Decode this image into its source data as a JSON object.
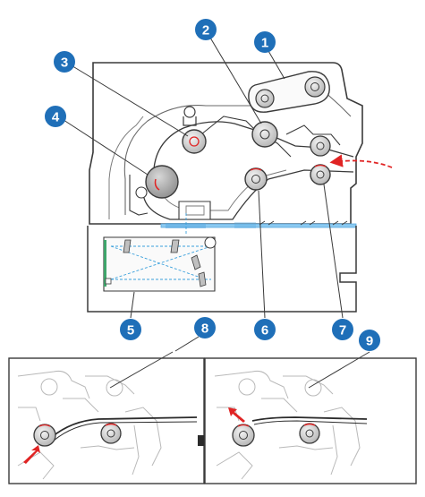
{
  "diagram": {
    "callouts": [
      {
        "number": "1"
      },
      {
        "number": "2"
      },
      {
        "number": "3"
      },
      {
        "number": "4"
      },
      {
        "number": "5"
      },
      {
        "number": "6"
      },
      {
        "number": "7"
      },
      {
        "number": "8"
      },
      {
        "number": "9"
      }
    ],
    "colors": {
      "callout_fill": "#1f6fb8",
      "line": "#3a3a3a",
      "light_line": "#b9b9b9",
      "accent_red": "#e02424",
      "glass_blue": "#58a8e0",
      "optics_blue": "#3aa0dc",
      "mirror_green": "#3fa56b",
      "panel_arrow": "#2b2b2b"
    }
  }
}
